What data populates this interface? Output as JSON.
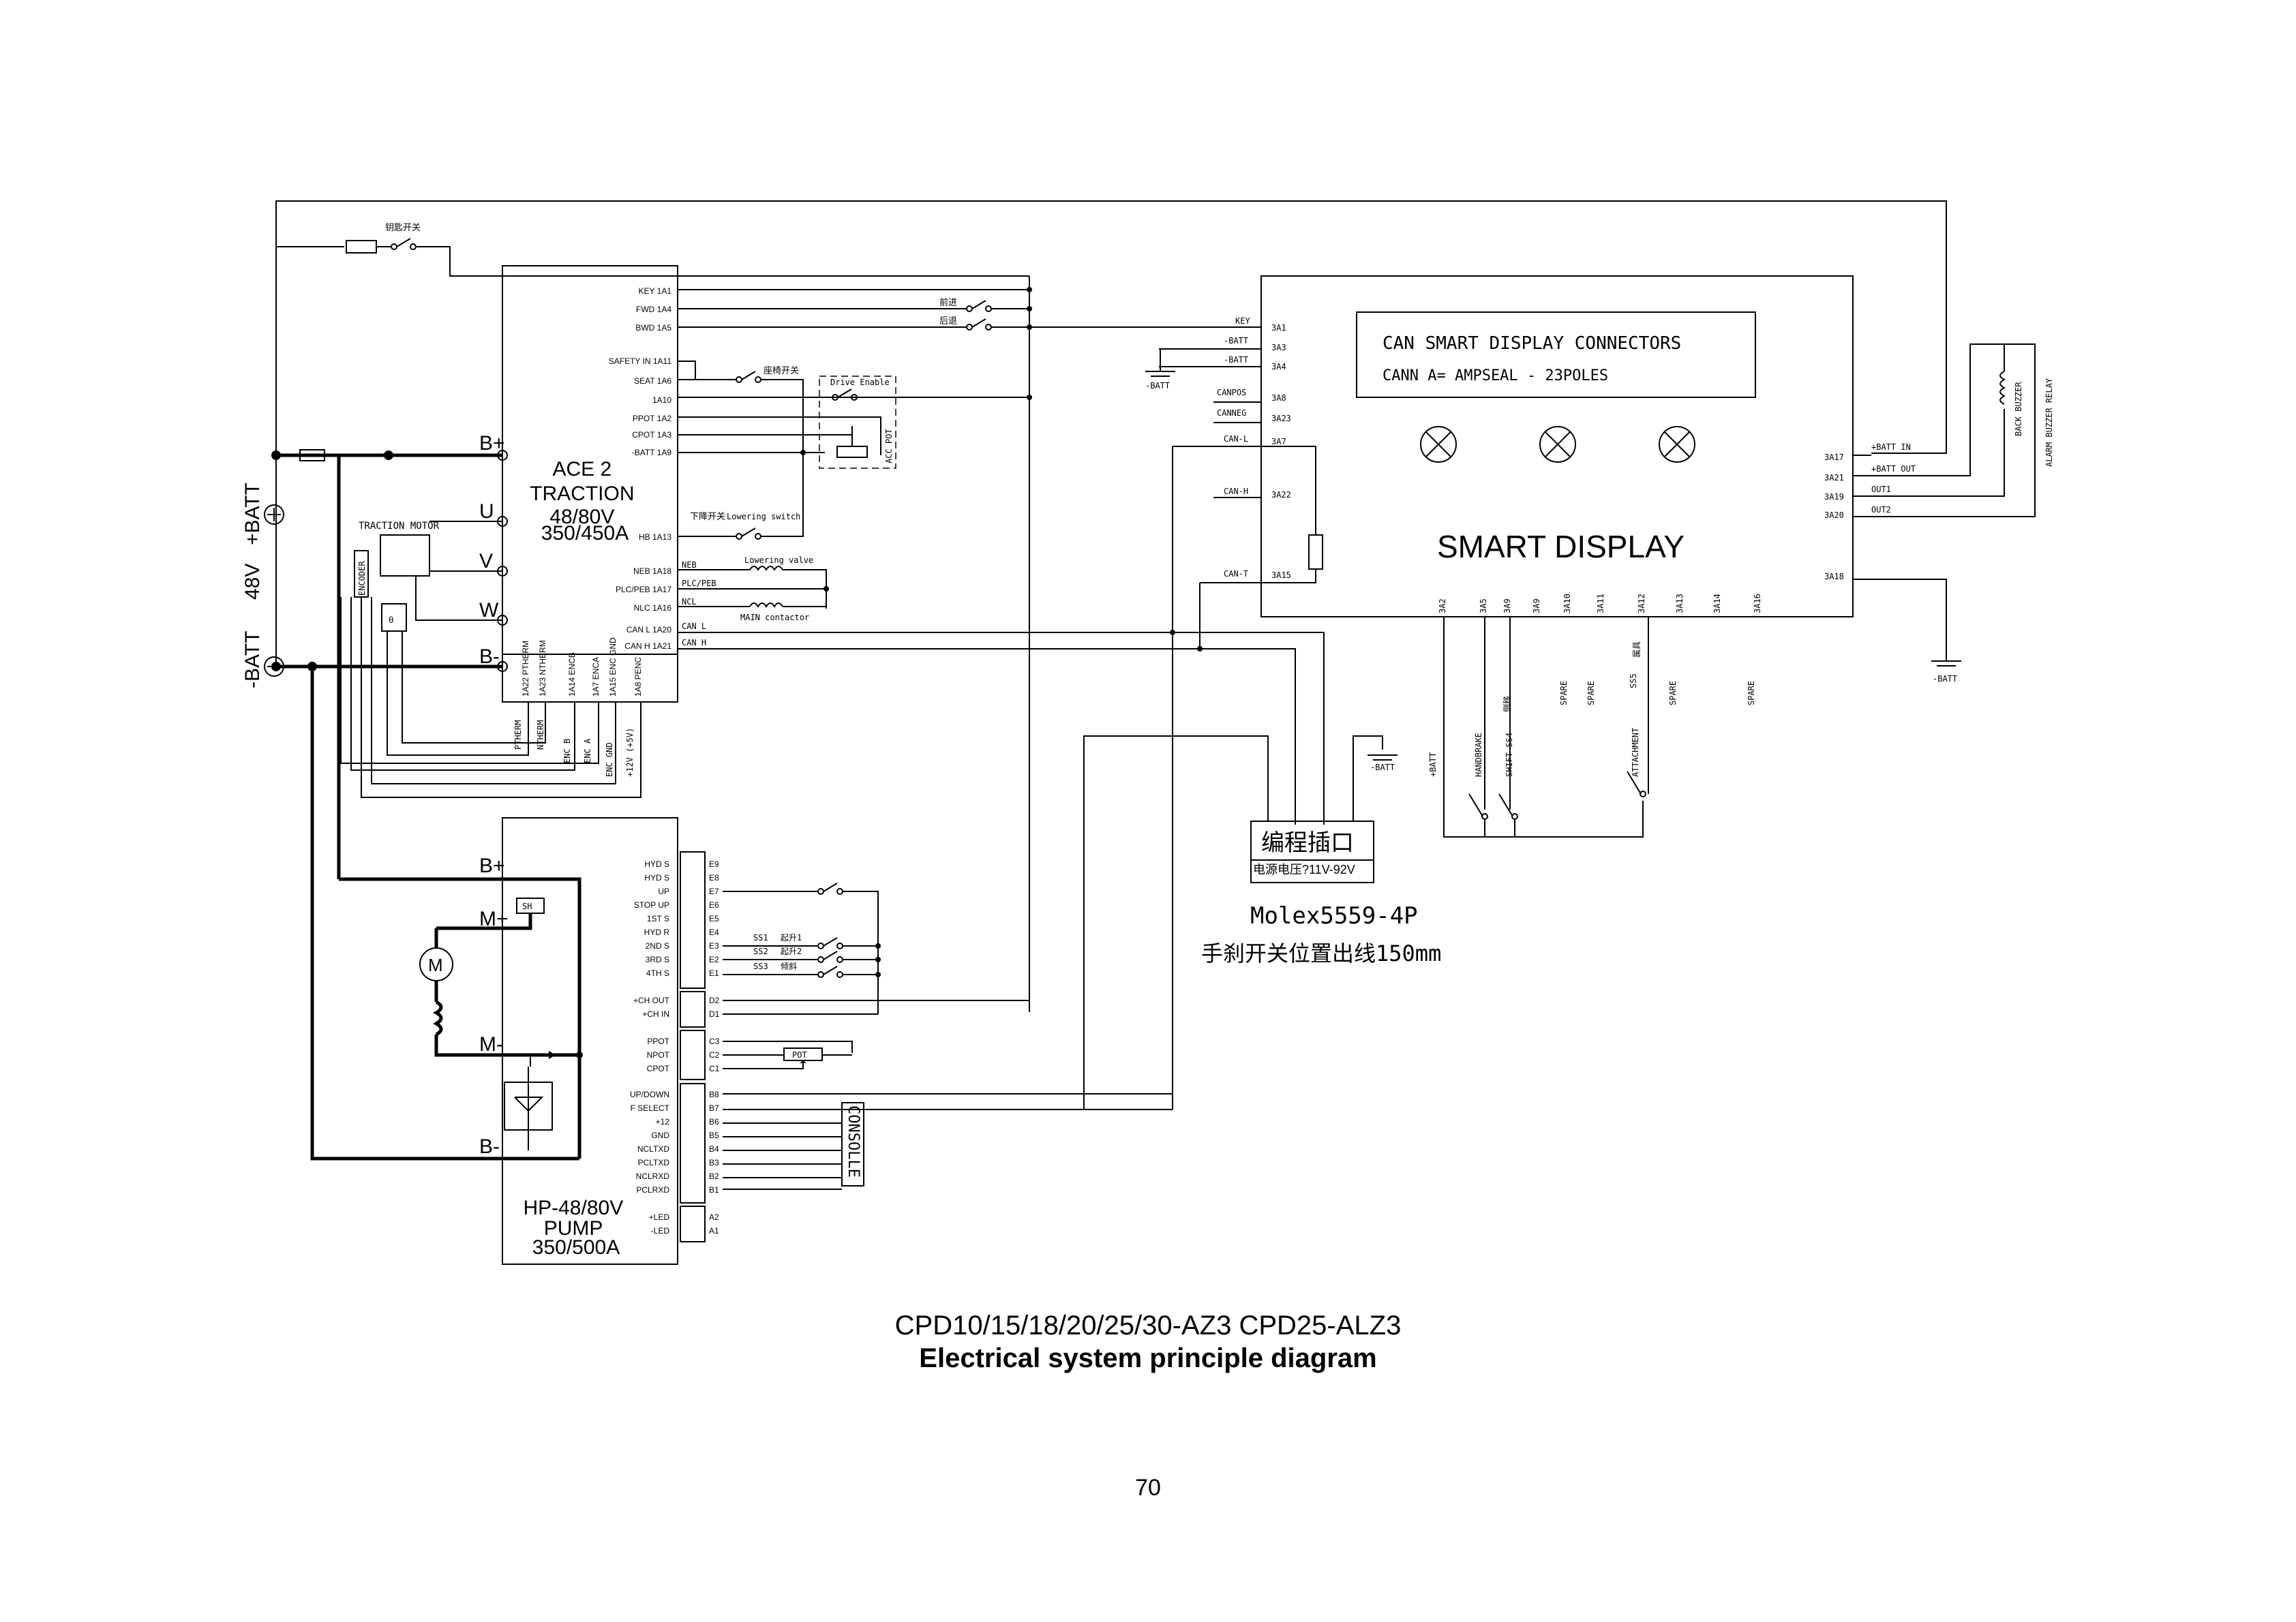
{
  "top": {
    "key_switch_cn": "钥匙开关"
  },
  "ace2": {
    "title_lines": [
      "ACE 2",
      "TRACTION",
      "48/80V",
      "350/450A"
    ],
    "pins": [
      "KEY 1A1",
      "FWD 1A4",
      "BWD 1A5",
      "SAFETY IN 1A11",
      "SEAT 1A6",
      "1A10",
      "PPOT 1A2",
      "CPOT 1A3",
      "-BATT 1A9",
      "HB 1A13",
      "NEB 1A18",
      "PLC/PEB 1A17",
      "NLC 1A16",
      "CAN L 1A20",
      "CAN H 1A21"
    ],
    "bottom_pins": [
      "1A22 PTHERM",
      "1A23 NTHERM",
      "1A14 ENCB",
      "1A7 ENCA",
      "1A15 ENC GND",
      "1A8 PENC"
    ],
    "power_terms": [
      "B+",
      "U",
      "V",
      "W",
      "B-"
    ],
    "outside_labels": [
      "PTHERM",
      "NTHERM",
      "ENC B",
      "ENC A",
      "ENC GND",
      "+12V (+5V)"
    ]
  },
  "switches": {
    "forward_cn": "前进",
    "backward_cn": "后退",
    "seat_cn": "座椅开关",
    "drive_enable": "Drive Enable",
    "acc_pot": "ACC POT",
    "lowering_cn": "下降开关",
    "lowering_switch": "Lowering switch",
    "lowering_valve": "Lowering valve",
    "main_contactor": "MAIN contactor",
    "valve_labels": [
      "NEB",
      "PLC/PEB",
      "NCL",
      "CAN L",
      "CAN H"
    ]
  },
  "battery": {
    "plus": "+BATT",
    "voltage": "48V",
    "minus": "-BATT",
    "traction_motor": "TRACTION MOTOR",
    "encoder": "ENCODER",
    "thermo": "θ"
  },
  "display": {
    "header1": "CAN   SMART  DISPLAY   CONNECTORS",
    "header2": "CANN A= AMPSEAL - 23POLES",
    "title": "SMART   DISPLAY",
    "left_signals": [
      "KEY",
      "-BATT",
      "-BATT",
      "CANPOS",
      "CANNEG",
      "CAN-L",
      "CAN-H",
      "CAN-T"
    ],
    "left_pins": [
      "3A1",
      "3A3",
      "3A4",
      "3A8",
      "3A23",
      "3A7",
      "3A22",
      "3A15"
    ],
    "left_gnd": "-BATT",
    "right_pins": [
      "3A17",
      "3A21",
      "3A19",
      "3A20",
      "3A18"
    ],
    "right_signals": [
      "+BATT IN",
      "+BATT OUT",
      "OUT1",
      "OUT2"
    ],
    "right_gnd": "-BATT",
    "buzzer": [
      "BACK BUZZER",
      "ALARM BUZZER RELAY"
    ],
    "bottom_pins": [
      "3A2",
      "3A5",
      "3A9",
      "3A9",
      "3A10",
      "3A11",
      "3A12",
      "3A13",
      "3A14",
      "3A16"
    ],
    "bottom_labels": [
      "HANDBRAKE",
      "SHIFT SS4",
      "SPARE",
      "SPARE",
      "SS5",
      "ATTACHMENT",
      "SPARE",
      "SPARE"
    ],
    "bottom_cn": [
      "侧移",
      "属具"
    ],
    "plus_batt": "+BATT"
  },
  "programming": {
    "title_cn": "编程插口",
    "voltage_cn": "电源电压?11V-92V",
    "gnd": "-BATT",
    "connector": "Molex5559-4P",
    "note_cn": "手刹开关位置出线150mm"
  },
  "pump": {
    "title_lines": [
      "HP-48/80V",
      "PUMP",
      "350/500A"
    ],
    "power_terms": [
      "B+",
      "M+",
      "M-",
      "B-"
    ],
    "sh": "SH",
    "motor": "M",
    "group1_labels": [
      "HYD S",
      "HYD S",
      "UP",
      "STOP UP",
      "1ST S",
      "HYD R",
      "2ND S",
      "3RD S",
      "4TH S"
    ],
    "group1_pins": [
      "E9",
      "E8",
      "E7",
      "E6",
      "E5",
      "E4",
      "E3",
      "E2",
      "E1"
    ],
    "group2_labels": [
      "+CH OUT",
      "+CH IN"
    ],
    "group2_pins": [
      "D2",
      "D1"
    ],
    "group3_labels": [
      "PPOT",
      "NPOT",
      "CPOT"
    ],
    "group3_pins": [
      "C3",
      "C2",
      "C1"
    ],
    "group4_labels": [
      "UP/DOWN",
      "F SELECT",
      "+12",
      "GND",
      "NCLTXD",
      "PCLTXD",
      "NCLRXD",
      "PCLRXD"
    ],
    "group4_pins": [
      "B8",
      "B7",
      "B6",
      "B5",
      "B4",
      "B3",
      "B2",
      "B1"
    ],
    "group5_labels": [
      "+LED",
      "-LED"
    ],
    "group5_pins": [
      "A2",
      "A1"
    ],
    "ss": [
      "SS1",
      "SS2",
      "SS3"
    ],
    "ss_cn": [
      "起升1",
      "起升2",
      "倾斜"
    ],
    "pot": "POT",
    "console": "CONSOLLE"
  },
  "caption": {
    "models": "CPD10/15/18/20/25/30-AZ3    CPD25-ALZ3",
    "title": "Electrical system principle diagram",
    "page": "70"
  }
}
